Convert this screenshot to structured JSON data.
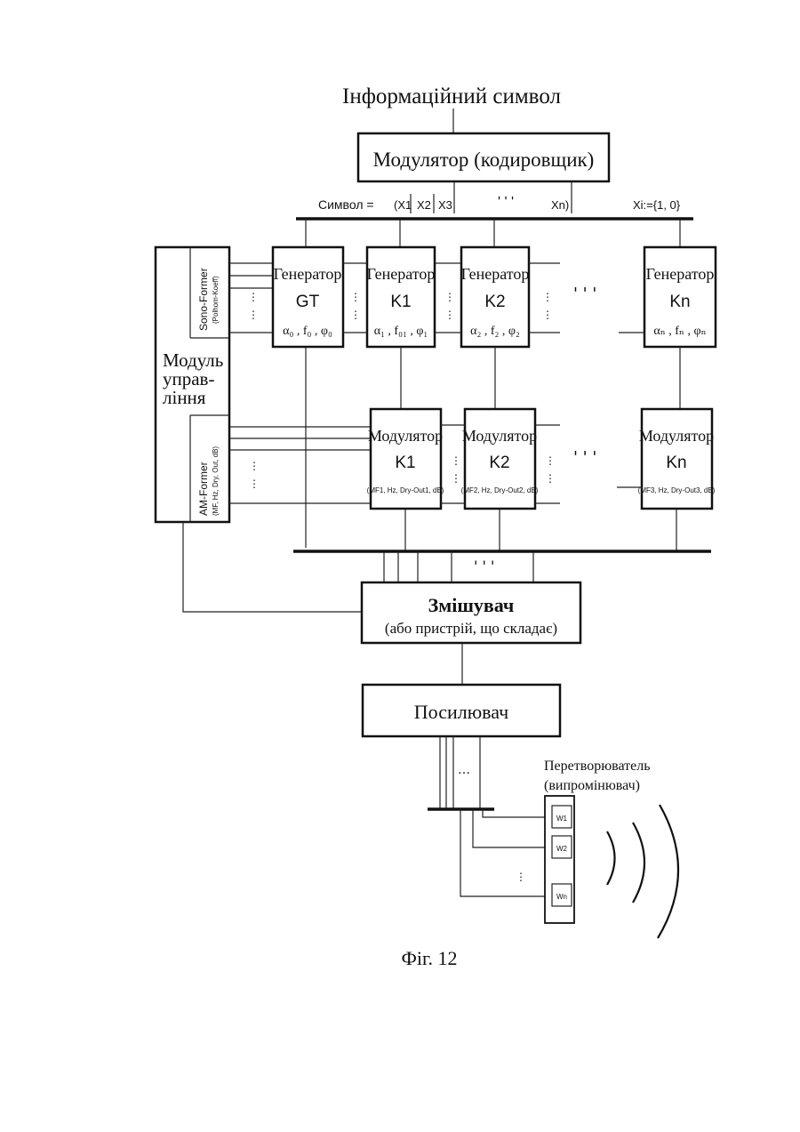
{
  "title": "Інформаційний символ",
  "modulator_coder": "Модулятор (кодировщик)",
  "symbol_label": "Символ =",
  "symbol_bits": [
    "(X1",
    "X2",
    "X3",
    "' ' '",
    "Xn)"
  ],
  "xi_def": "Xi:={1, 0}",
  "control_module": {
    "label_lines": [
      "Модуль",
      "управ-",
      "ління"
    ],
    "sono_former": "Sono-Former",
    "sono_sub": "(Polhom-Koeff)",
    "am_former": "AM-Former",
    "am_sub": "(MF, Hz, Dry, Out, dB)"
  },
  "generators": [
    {
      "title": "Генератор",
      "id": "GT",
      "params": "α₀ , f₀ , φ₀"
    },
    {
      "title": "Генератор",
      "id": "K1",
      "params": "α₁ , f₀₁ , φ₁"
    },
    {
      "title": "Генератор",
      "id": "K2",
      "params": "α₂ , f₂ , φ₂"
    },
    {
      "title": "Генератор",
      "id": "Kn",
      "params": "αₙ , fₙ , φₙ"
    }
  ],
  "modulators": [
    {
      "title": "Модулятор",
      "id": "K1",
      "params": "(MF1, Hz, Dry-Out1, dB)"
    },
    {
      "title": "Модулятор",
      "id": "K2",
      "params": "(MF2, Hz, Dry-Out2, dB)"
    },
    {
      "title": "Модулятор",
      "id": "Kn",
      "params": "(MF3, Hz, Dry-Out3, dB)"
    }
  ],
  "ellipsis": "' ' '",
  "mixer": {
    "title": "Змішувач",
    "subtitle": "(або пристрій, що складає)"
  },
  "amplifier": "Посилювач",
  "transducer": {
    "line1": "Перетворюватель",
    "line2": "(випромінювач)",
    "elements": [
      "W1",
      "W2",
      "Wn"
    ]
  },
  "caption": "Фіг. 12"
}
